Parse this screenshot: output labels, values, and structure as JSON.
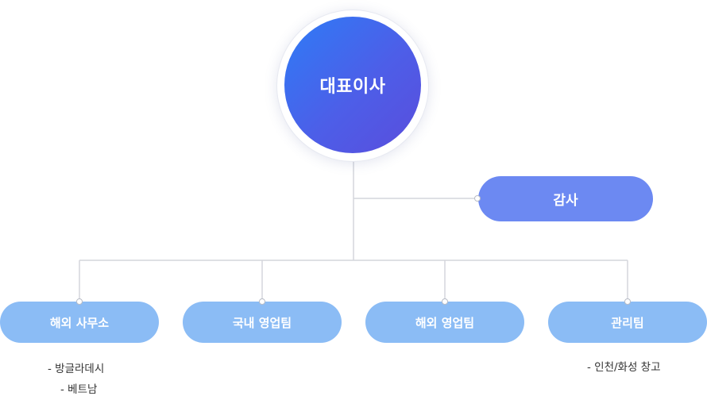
{
  "chart_data": {
    "type": "org_chart",
    "root": {
      "label": "대표이사",
      "children": [
        {
          "label": "감사",
          "role": "staff"
        },
        {
          "label": "해외 사무소",
          "notes": [
            "- 방글라데시",
            "- 베트남"
          ]
        },
        {
          "label": "국내 영업팀",
          "notes": []
        },
        {
          "label": "해외 영업팀",
          "notes": []
        },
        {
          "label": "관리팀",
          "notes": [
            "- 인천/화성 창고"
          ]
        }
      ]
    }
  },
  "colors": {
    "ceo_gradient_start": "#2e7cf6",
    "ceo_gradient_end": "#5a4ddc",
    "audit_fill": "#6c89f2",
    "dept_fill": "#8bbcf5",
    "connector": "#d4d6dc"
  }
}
